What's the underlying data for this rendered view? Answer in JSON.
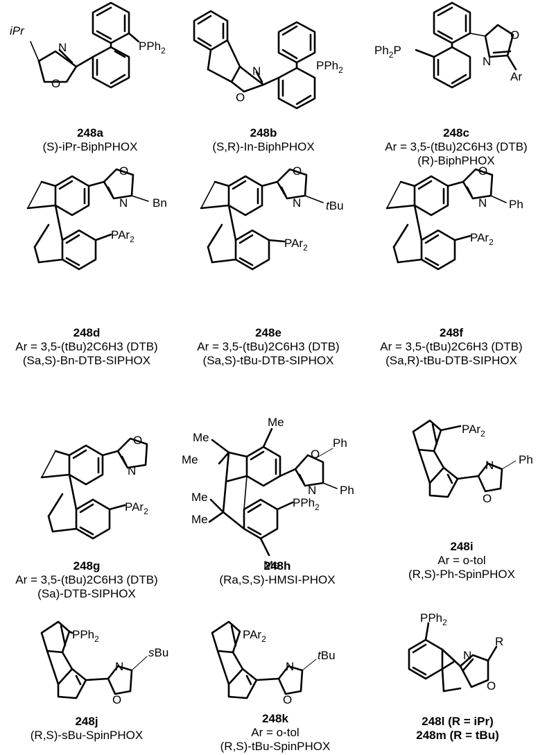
{
  "compounds": [
    {
      "code": "248a",
      "lines": [
        "(S)-iPr-BiphPHOX"
      ]
    },
    {
      "code": "248b",
      "lines": [
        "(S,R)-In-BiphPHOX"
      ]
    },
    {
      "code": "248c",
      "lines": [
        "Ar = 3,5-(tBu)2C6H3 (DTB)",
        "(R)-BiphPHOX"
      ]
    },
    {
      "code": "248d",
      "lines": [
        "Ar = 3,5-(tBu)2C6H3 (DTB)",
        "(Sa,S)-Bn-DTB-SIPHOX"
      ]
    },
    {
      "code": "248e",
      "lines": [
        "Ar = 3,5-(tBu)2C6H3 (DTB)",
        "(Sa,S)-tBu-DTB-SIPHOX"
      ]
    },
    {
      "code": "248f",
      "lines": [
        "Ar = 3,5-(tBu)2C6H3 (DTB)",
        "(Sa,R)-tBu-DTB-SIPHOX"
      ]
    },
    {
      "code": "248g",
      "lines": [
        "Ar = 3,5-(tBu)2C6H3 (DTB)",
        "(Sa)-DTB-SIPHOX"
      ]
    },
    {
      "code": "248h",
      "lines": [
        "(Ra,S,S)-HMSI-PHOX"
      ]
    },
    {
      "code": "248i",
      "lines": [
        "Ar = o-tol",
        "(R,S)-Ph-SpinPHOX"
      ]
    },
    {
      "code": "248j",
      "lines": [
        "(R,S)-sBu-SpinPHOX"
      ]
    },
    {
      "code": "248k",
      "lines": [
        "Ar = o-tol",
        "(R,S)-tBu-SpinPHOX"
      ]
    },
    {
      "code": "248l",
      "lines": [
        "248l (R = iPr)",
        "248m (R = tBu)"
      ]
    }
  ],
  "atoms": {
    "iPr": "iPr",
    "N": "N",
    "O": "O",
    "PPh2": "PPh2",
    "Ph2P": "Ph2P",
    "Ar": "Ar",
    "Bn": "Bn",
    "tBu": "tBu",
    "Ph": "Ph",
    "PAr2": "PAr2",
    "Me": "Me",
    "sBu": "sBu",
    "R": "R"
  }
}
